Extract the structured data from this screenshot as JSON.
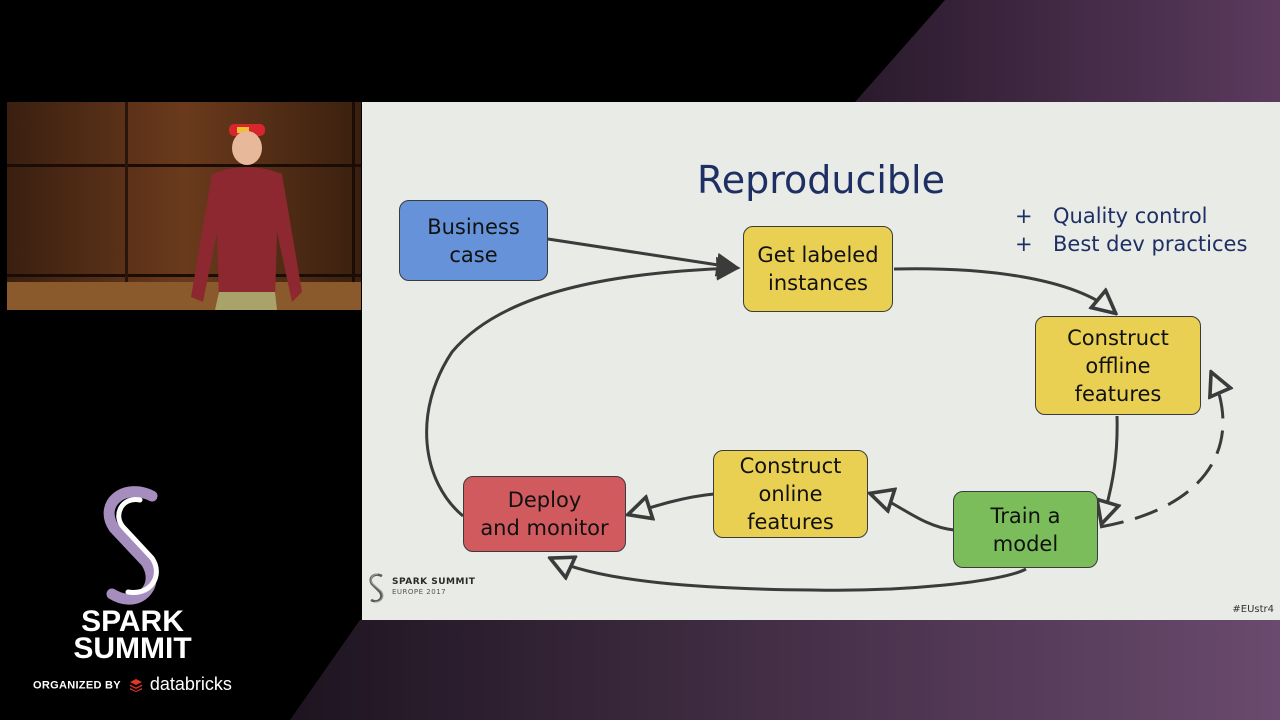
{
  "slide": {
    "title": "Reproducible",
    "bullets": [
      {
        "mark": "+",
        "text": "Quality control"
      },
      {
        "mark": "+",
        "text": "Best dev practices"
      }
    ],
    "nodes": {
      "business_case": {
        "label": "Business\ncase",
        "color": "#6592d8"
      },
      "get_labeled": {
        "label": "Get labeled\ninstances",
        "color": "#e9d052"
      },
      "offline_features": {
        "label": "Construct\noffline\nfeatures",
        "color": "#e9d052"
      },
      "train_model": {
        "label": "Train a\nmodel",
        "color": "#7abd5a"
      },
      "online_features": {
        "label": "Construct\nonline\nfeatures",
        "color": "#e9d052"
      },
      "deploy": {
        "label": "Deploy\nand monitor",
        "color": "#d15a5e"
      }
    },
    "footer_logo": {
      "line1": "SPARK SUMMIT",
      "line2": "EUROPE 2017"
    },
    "hashtag": "#EUstr4"
  },
  "branding": {
    "event_name_line1": "SPARK",
    "event_name_line2": "SUMMIT",
    "organized_label": "ORGANIZED BY",
    "organizer": "databricks",
    "accent_color": "#a58dbd",
    "organizer_color": "#e4352a"
  },
  "camera": {
    "icon": "presenter-video-feed"
  }
}
